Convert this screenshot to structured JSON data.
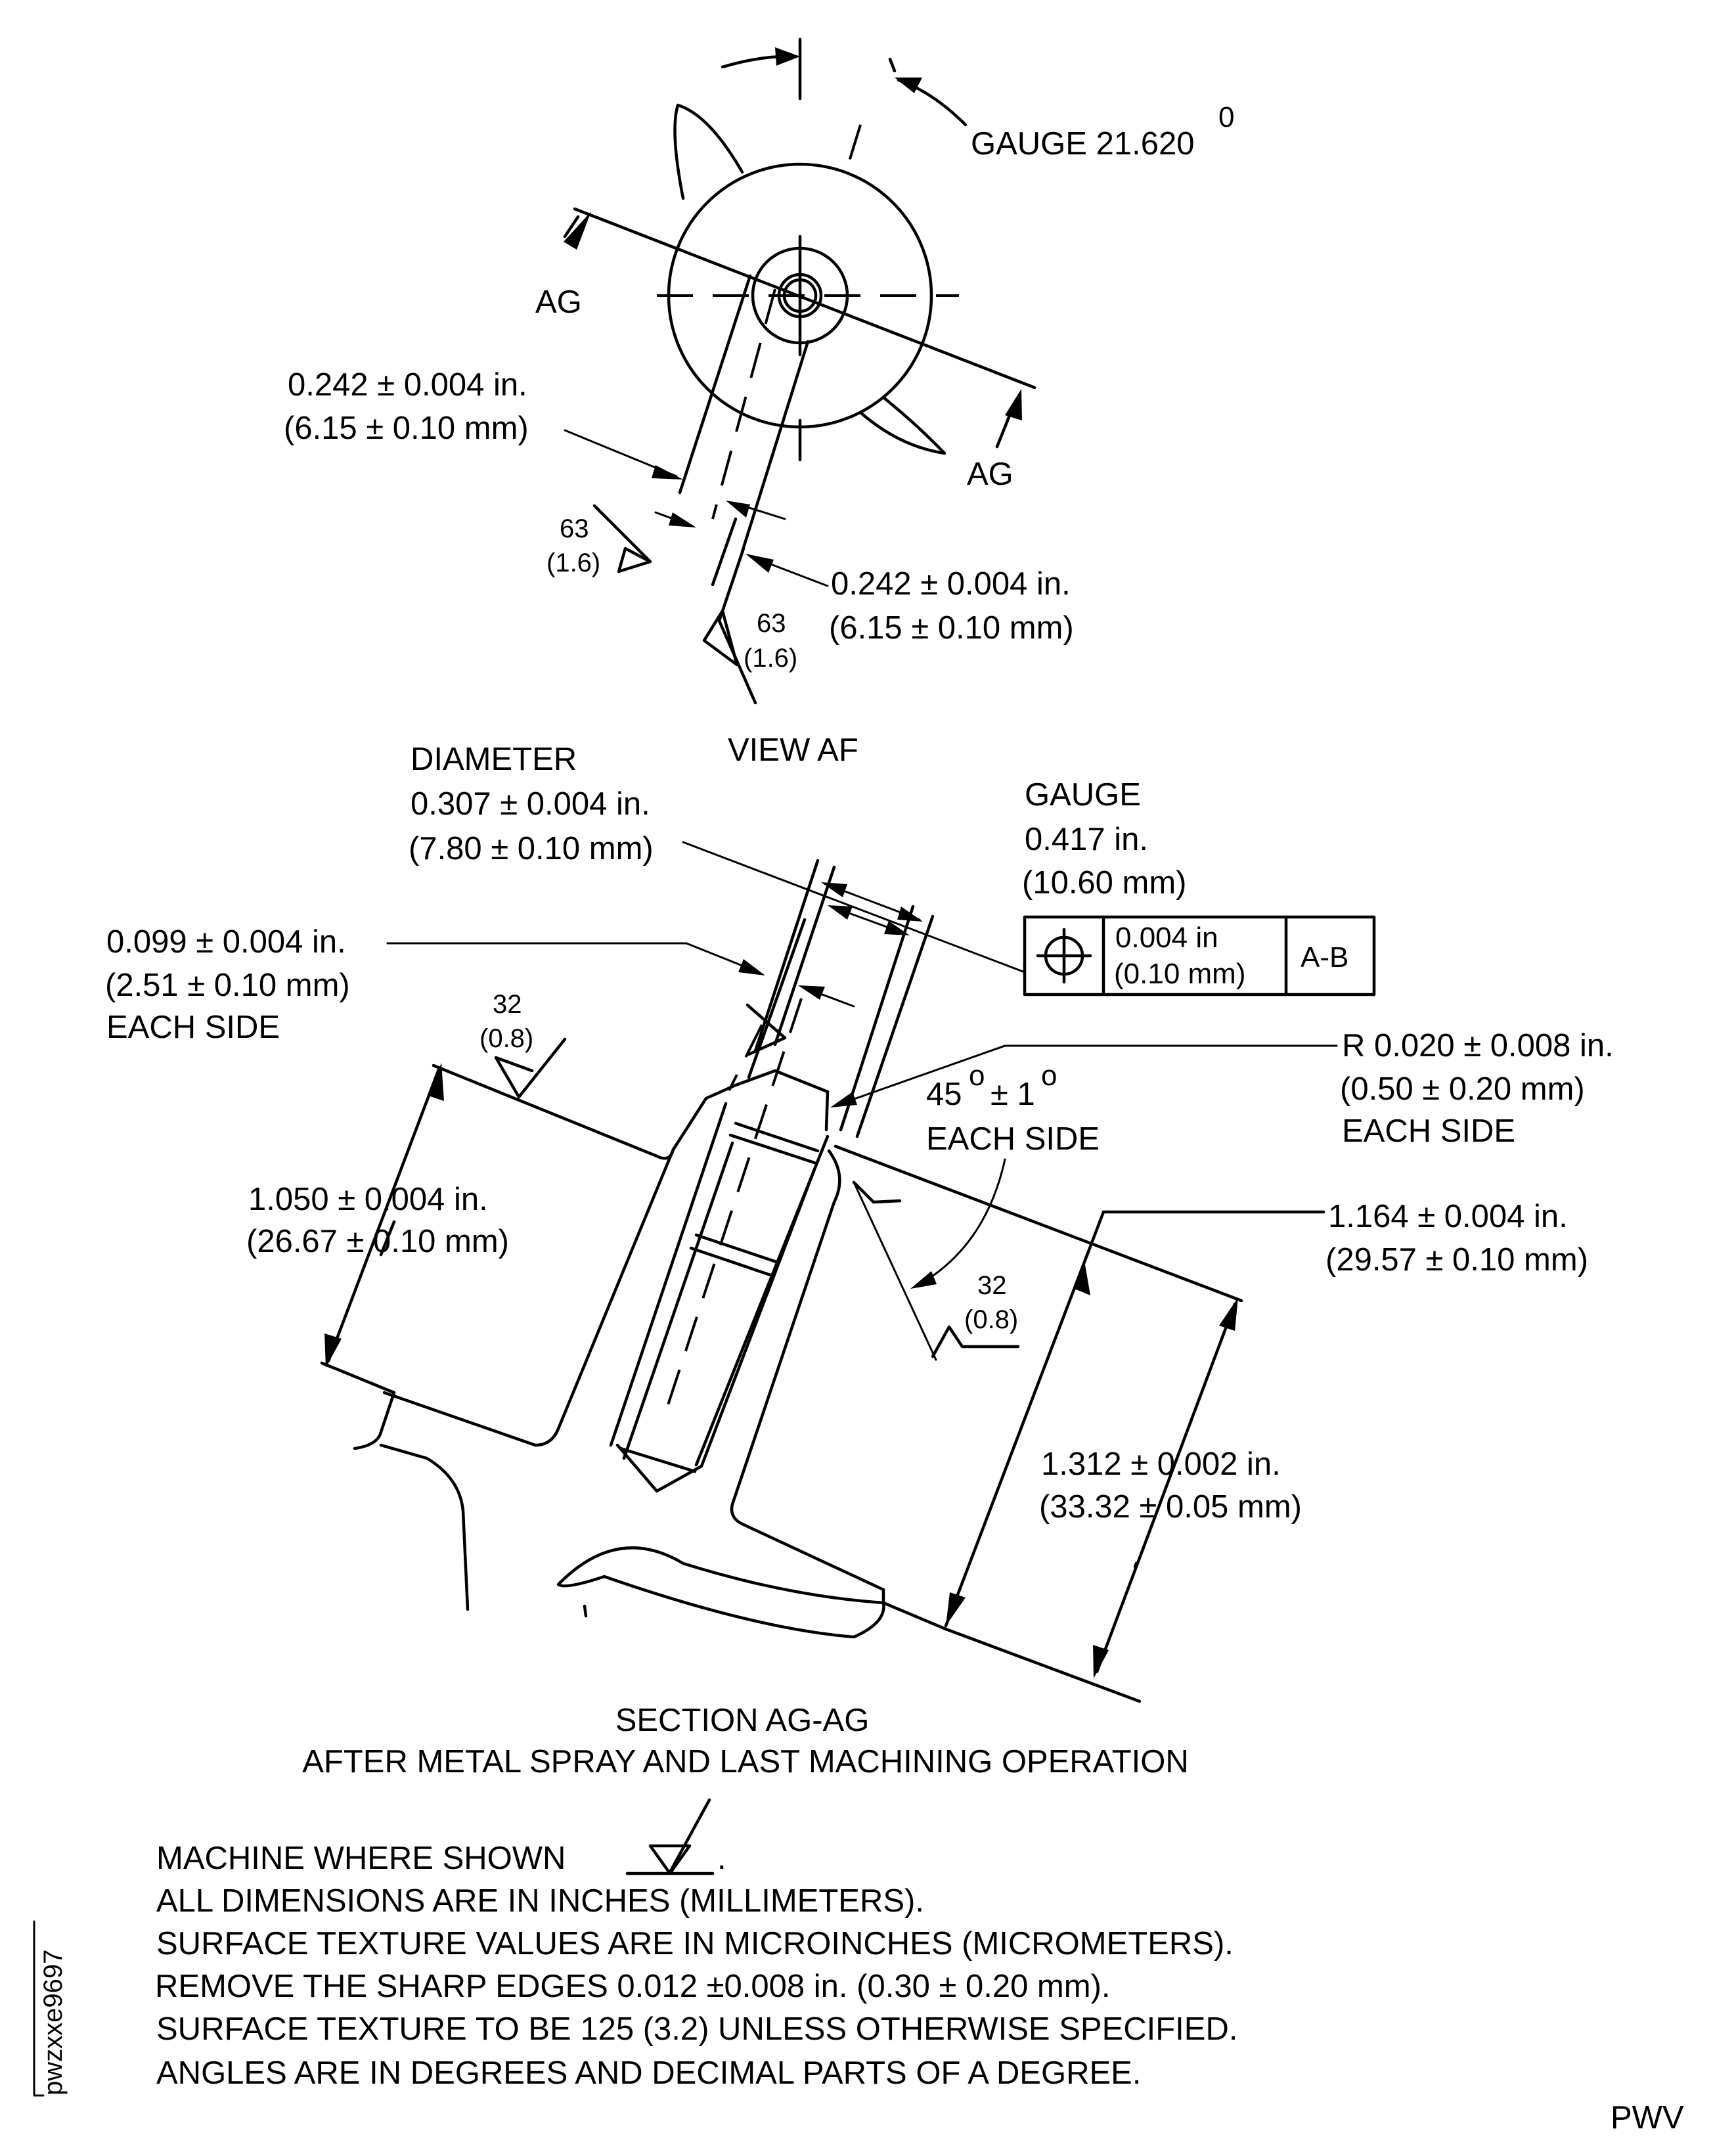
{
  "view_af": {
    "title": "VIEW AF",
    "gauge_angle": "GAUGE 21.620",
    "gauge_angle_sup": "0",
    "section_marker_left": "AG",
    "section_marker_right": "AG",
    "dim_width_1_in": "0.242 ± 0.004 in.",
    "dim_width_1_mm": "(6.15 ± 0.10 mm)",
    "dim_width_2_in": "0.242 ± 0.004 in.",
    "dim_width_2_mm": "(6.15 ± 0.10 mm)",
    "finish_1_value": "63",
    "finish_1_metric": "(1.6)",
    "finish_2_value": "63",
    "finish_2_metric": "(1.6)"
  },
  "section_ag": {
    "title": "SECTION AG-AG",
    "subtitle": "AFTER METAL SPRAY AND LAST MACHINING OPERATION",
    "diameter_label": "DIAMETER",
    "diameter_in": "0.307 ± 0.004 in.",
    "diameter_mm": "(7.80 ± 0.10 mm)",
    "gauge_label": "GAUGE",
    "gauge_in": "0.417 in.",
    "gauge_mm": "(10.60 mm)",
    "fcf_symbol": "position",
    "fcf_tol_in": "0.004 in",
    "fcf_tol_mm": "(0.10 mm)",
    "fcf_datum": "A-B",
    "side_in": "0.099 ± 0.004 in.",
    "side_mm": "(2.51 ± 0.10 mm)",
    "side_note": "EACH SIDE",
    "finish_top_value": "32",
    "finish_top_metric": "(0.8)",
    "finish_right_value": "32",
    "finish_right_metric": "(0.8)",
    "radius_in": "R 0.020 ± 0.008 in.",
    "radius_mm": "(0.50 ± 0.20 mm)",
    "radius_note": "EACH SIDE",
    "chamfer_angle": "45",
    "chamfer_tol": "± 1",
    "chamfer_sup": "o",
    "chamfer_note": "EACH SIDE",
    "length_1_in": "1.050 ± 0.004 in.",
    "length_1_mm": "(26.67 ± 0.10 mm)",
    "length_2_in": "1.164 ± 0.004 in.",
    "length_2_mm": "(29.57 ± 0.10 mm)",
    "length_3_in": "1.312 ± 0.002 in.",
    "length_3_mm": "(33.32 ± 0.05 mm)"
  },
  "notes": [
    "MACHINE WHERE SHOWN",
    "ALL DIMENSIONS ARE IN INCHES (MILLIMETERS).",
    "SURFACE TEXTURE VALUES ARE IN MICROINCHES (MICROMETERS).",
    "REMOVE THE SHARP EDGES 0.012 ±0.008 in. (0.30 ± 0.20 mm).",
    "SURFACE TEXTURE TO BE 125 (3.2) UNLESS OTHERWISE SPECIFIED.",
    "ANGLES ARE IN DEGREES AND DECIMAL PARTS OF A DEGREE."
  ],
  "notes_suffix": ".",
  "figure_id": "pwzxxe9697",
  "corner_code": "PWV"
}
